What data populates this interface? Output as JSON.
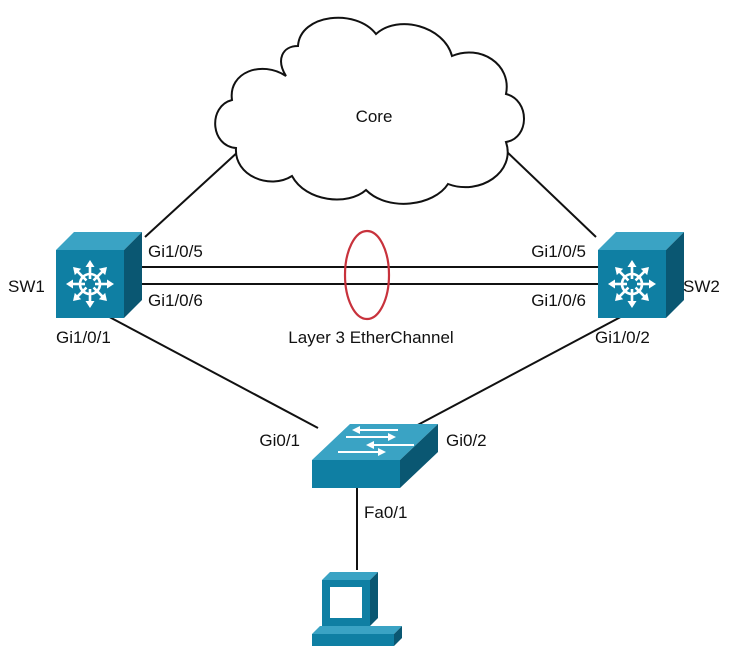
{
  "labels": {
    "core": "Core",
    "sw1": "SW1",
    "sw2": "SW2",
    "sw1_gi105": "Gi1/0/5",
    "sw1_gi106": "Gi1/0/6",
    "sw2_gi105": "Gi1/0/5",
    "sw2_gi106": "Gi1/0/6",
    "sw1_gi101": "Gi1/0/1",
    "sw2_gi102": "Gi1/0/2",
    "etherchannel": "Layer 3 EtherChannel",
    "access_gi01": "Gi0/1",
    "access_gi02": "Gi0/2",
    "access_fa01": "Fa0/1"
  },
  "colors": {
    "device_teal": "#0f7fa3",
    "device_dark": "#0a5772",
    "device_light": "#3aa3c4",
    "etherchannel_ellipse": "#c8323c"
  },
  "icons": {
    "core": "cloud-icon",
    "sw1": "multilayer-switch-icon",
    "sw2": "multilayer-switch-icon",
    "access": "workgroup-switch-icon",
    "host": "pc-icon"
  }
}
